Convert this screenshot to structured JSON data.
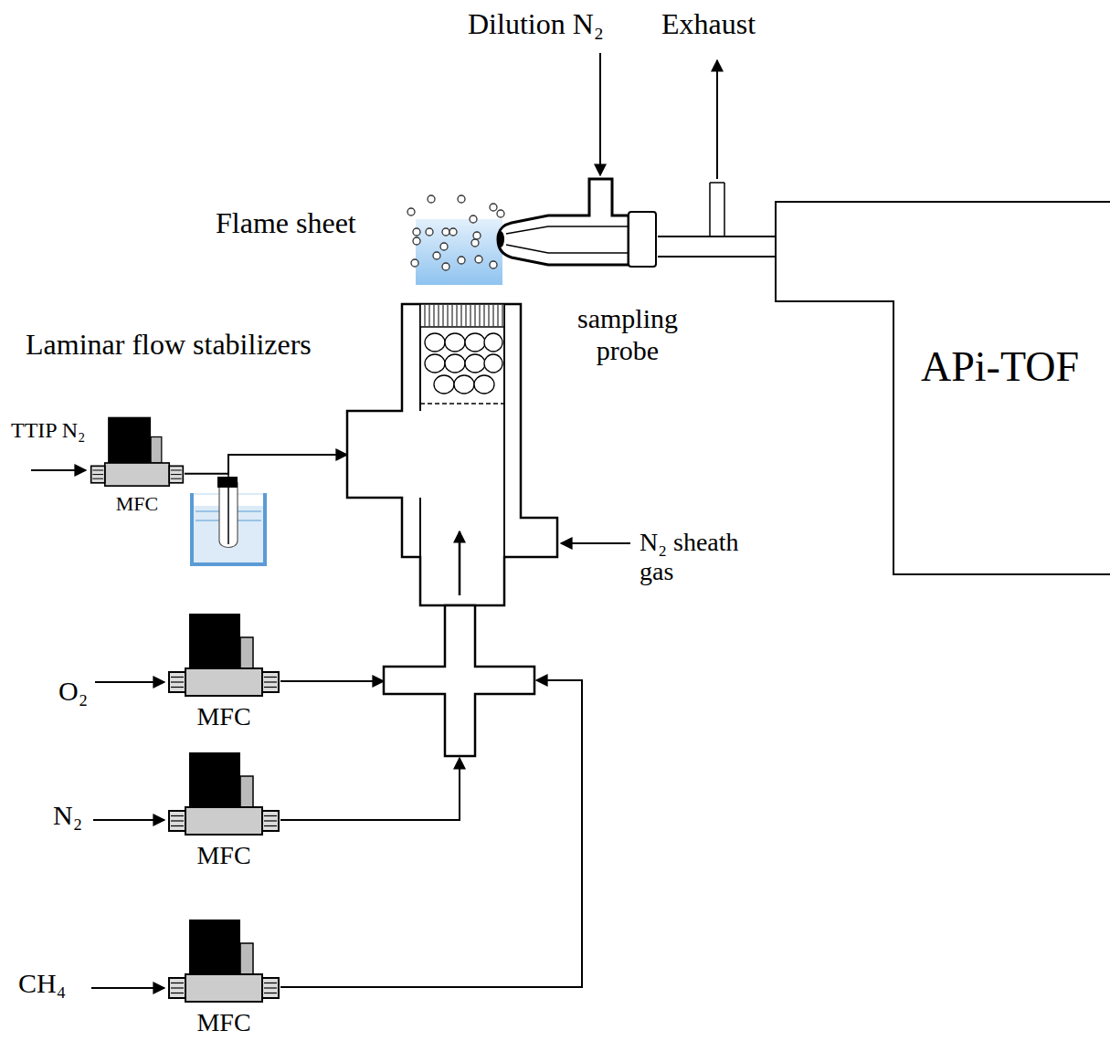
{
  "diagram": {
    "nodes": [
      {
        "text": [
          "APi-TOF"
        ]
      },
      {
        "text": [
          "Laminar flow stabilizers"
        ]
      },
      {
        "text": [
          "sampling probe"
        ]
      },
      {
        "text": [
          "MFC"
        ]
      },
      {
        "text": [
          "MFC"
        ]
      },
      {
        "text": [
          "MFC"
        ]
      },
      {
        "text": [
          "MFC"
        ]
      }
    ],
    "edges": [
      {
        "from": 3,
        "to": 1,
        "arrow": "to"
      },
      {
        "from": 4,
        "to": 1,
        "arrow": "to"
      },
      {
        "from": 5,
        "to": 1,
        "arrow": "to"
      },
      {
        "from": 6,
        "to": 1,
        "arrow": "to"
      },
      {
        "from": 2,
        "to": 0,
        "arrow": "none"
      }
    ],
    "labels": [
      "Dilution N₂",
      "Exhaust",
      "Flame sheet",
      "TTIP N₂",
      "N₂ sheath gas",
      "O₂",
      "N₂",
      "CH₄"
    ]
  }
}
